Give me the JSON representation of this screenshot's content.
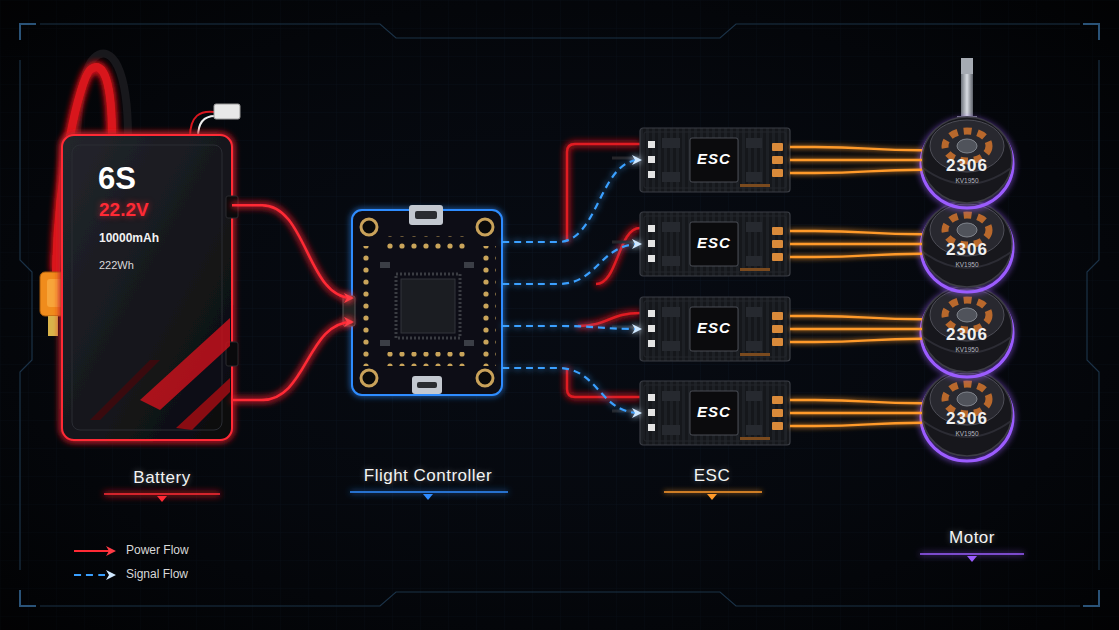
{
  "diagram": {
    "nodes": [
      {
        "text": [
          "6S",
          "22.2V",
          "10000mAh",
          "222Wh",
          "Battery"
        ]
      },
      {
        "text": [
          "Flight Controller"
        ]
      },
      {
        "text": [
          "ESC"
        ]
      },
      {
        "text": [
          "ESC"
        ]
      },
      {
        "text": [
          "ESC"
        ]
      },
      {
        "text": [
          "ESC"
        ]
      },
      {
        "text": [
          "2306",
          "KV1950"
        ]
      },
      {
        "text": [
          "2306",
          "KV1950"
        ]
      },
      {
        "text": [
          "2306",
          "KV1950"
        ]
      },
      {
        "text": [
          "2306",
          "KV1950"
        ]
      }
    ],
    "edges": [
      {
        "from": 0,
        "to": 1,
        "arrow": "to"
      },
      {
        "from": 0,
        "to": 1,
        "arrow": "to"
      },
      {
        "from": 1,
        "to": 2,
        "arrow": "to"
      },
      {
        "from": 1,
        "to": 3,
        "arrow": "to"
      },
      {
        "from": 1,
        "to": 4,
        "arrow": "to"
      },
      {
        "from": 1,
        "to": 5,
        "arrow": "to"
      },
      {
        "from": 2,
        "to": 6,
        "arrow": "none"
      },
      {
        "from": 3,
        "to": 7,
        "arrow": "none"
      },
      {
        "from": 4,
        "to": 8,
        "arrow": "none"
      },
      {
        "from": 5,
        "to": 9,
        "arrow": "none"
      }
    ],
    "labels": [
      "ESC",
      "Motor"
    ],
    "legend": [
      {
        "text": "Power Flow"
      },
      {
        "text": "Signal Flow"
      }
    ]
  }
}
